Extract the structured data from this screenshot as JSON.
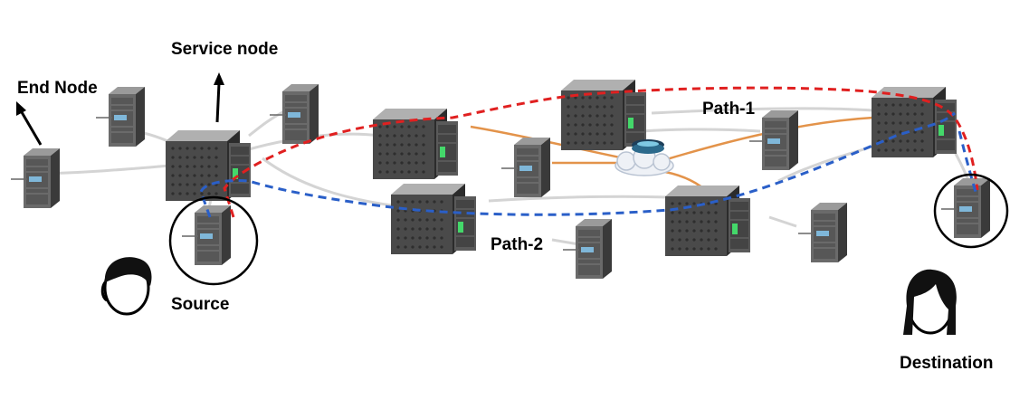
{
  "labels": {
    "service_node": "Service node",
    "end_node": "End Node",
    "path_1": "Path-1",
    "path_2": "Path-2",
    "source": "Source",
    "destination": "Destination"
  },
  "colors": {
    "path_1": "#e02020",
    "path_2": "#2a5fc8",
    "link": "#d4d4d4",
    "cloud_link": "#e3934a"
  },
  "icons": [
    "server-icon",
    "server-rack-icon",
    "cloud-hub-icon",
    "person-icon"
  ]
}
